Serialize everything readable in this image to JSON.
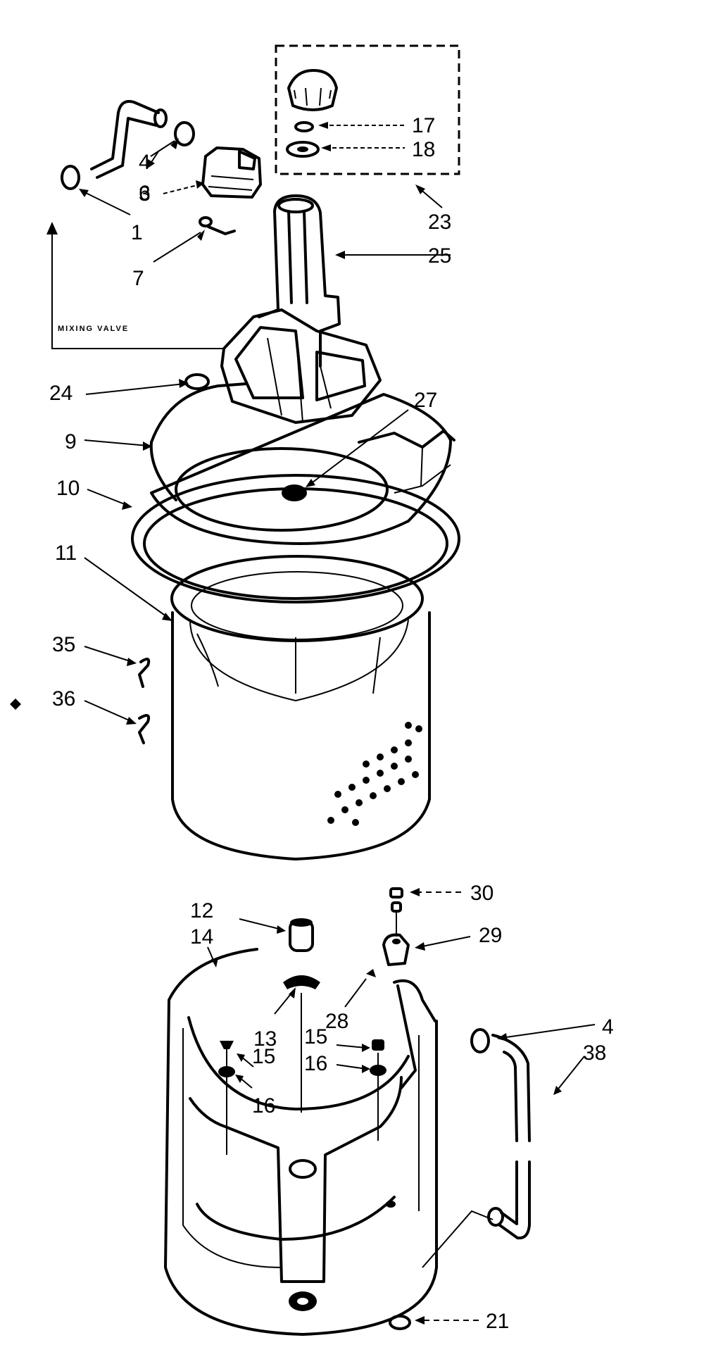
{
  "diagram": {
    "callouts": [
      {
        "id": "c17",
        "text": "17"
      },
      {
        "id": "c18",
        "text": "18"
      },
      {
        "id": "c23",
        "text": "23"
      },
      {
        "id": "c25",
        "text": "25"
      },
      {
        "id": "c3",
        "text": "3"
      },
      {
        "id": "c4a",
        "text": "4"
      },
      {
        "id": "c6",
        "text": "6"
      },
      {
        "id": "c1",
        "text": "1"
      },
      {
        "id": "c7",
        "text": "7"
      },
      {
        "id": "c24",
        "text": "24"
      },
      {
        "id": "c27",
        "text": "27"
      },
      {
        "id": "c9",
        "text": "9"
      },
      {
        "id": "c10",
        "text": "10"
      },
      {
        "id": "c11",
        "text": "11"
      },
      {
        "id": "c35",
        "text": "35"
      },
      {
        "id": "c36",
        "text": "36"
      },
      {
        "id": "c12",
        "text": "12"
      },
      {
        "id": "c14",
        "text": "14"
      },
      {
        "id": "c30",
        "text": "30"
      },
      {
        "id": "c29",
        "text": "29"
      },
      {
        "id": "c28",
        "text": "28"
      },
      {
        "id": "c13",
        "text": "13"
      },
      {
        "id": "c15a",
        "text": "15"
      },
      {
        "id": "c16a",
        "text": "16"
      },
      {
        "id": "c15b",
        "text": "15"
      },
      {
        "id": "c16b",
        "text": "16"
      },
      {
        "id": "c4b",
        "text": "4"
      },
      {
        "id": "c38",
        "text": "38"
      },
      {
        "id": "c21",
        "text": "21"
      }
    ],
    "mixing_valve_label": "MIXING VALVE"
  }
}
